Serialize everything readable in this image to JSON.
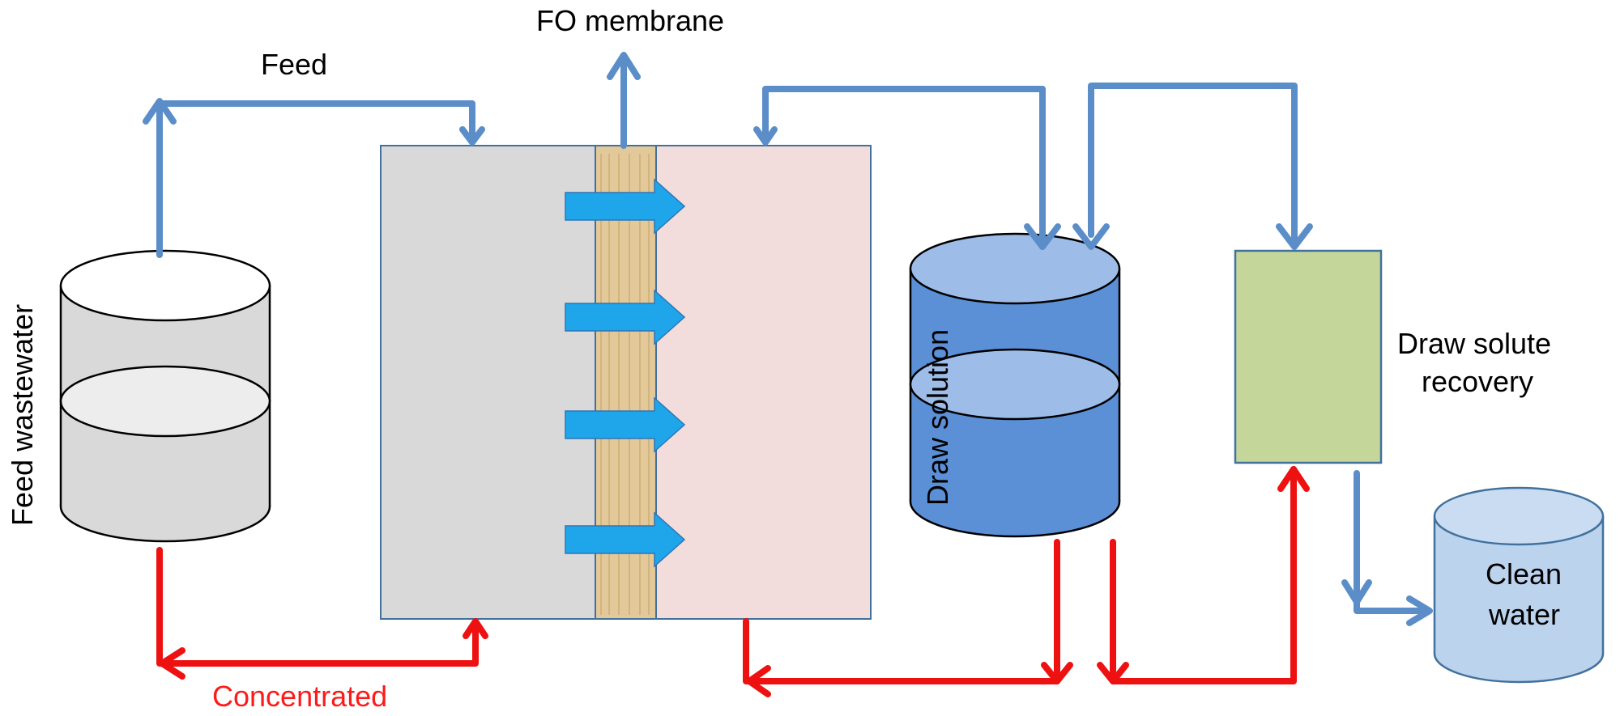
{
  "labels": {
    "fo_membrane": "FO membrane",
    "feed": "Feed",
    "feed_wastewater": "Feed wastewater",
    "draw_solution": "Draw solution",
    "draw_solute_recovery_line1": "Draw solute",
    "draw_solute_recovery_line2": "recovery",
    "clean_water_line1": "Clean",
    "clean_water_line2": "water",
    "concentrated": "Concentrated"
  },
  "colors": {
    "flow_blue": "#5b8ec9",
    "flow_red": "#ee1111",
    "water_arrow": "#1fa6ea",
    "feed_chamber": "#d9d9d9",
    "draw_chamber": "#f3dcdc",
    "membrane": "#e3c99a",
    "tank_grey": "#d9d9d9",
    "tank_blue": "#5b8fd6",
    "tank_blue_top": "#9dbde8",
    "recovery_box": "#c5d69a",
    "clean_tank": "#bcd3ee"
  },
  "icons": {
    "feed_tank": "cylinder-tank-icon",
    "draw_tank": "cylinder-tank-icon",
    "clean_tank": "cylinder-tank-icon",
    "water_flux": "right-arrow-icon"
  }
}
